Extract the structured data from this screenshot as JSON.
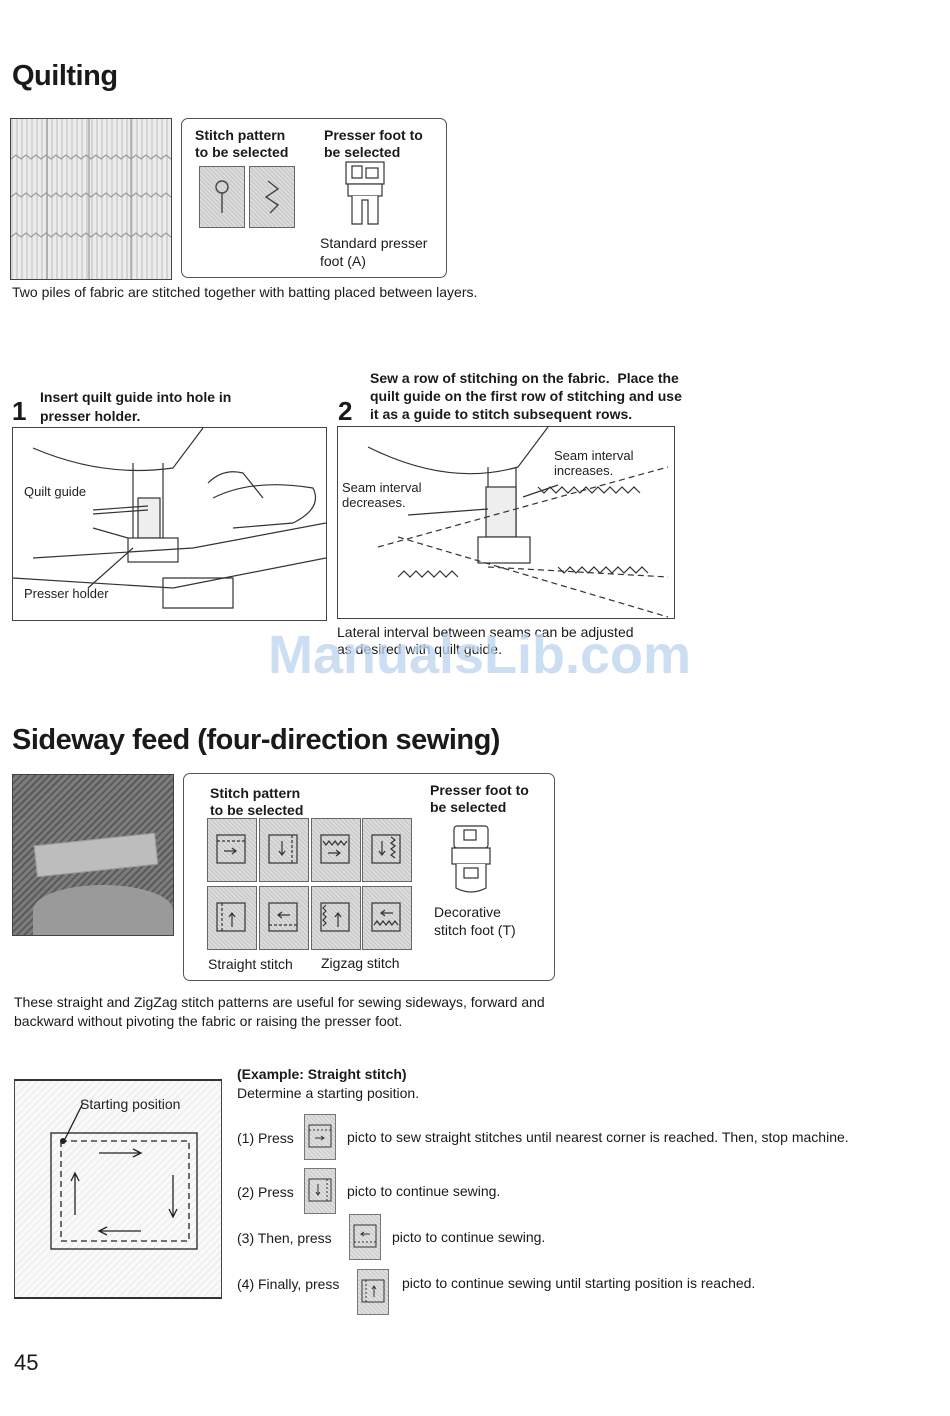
{
  "quilting": {
    "title": "Quilting",
    "stitch_header": "Stitch pattern\nto be selected",
    "foot_header": "Presser foot to\nbe selected",
    "foot_name": "Standard presser\nfoot (A)",
    "description": "Two piles of fabric are stitched together with batting placed between layers.",
    "step1": {
      "number": "1",
      "text": "Insert quilt guide into hole in\npresser holder.",
      "label_guide": "Quilt guide",
      "label_holder": "Presser holder"
    },
    "step2": {
      "number": "2",
      "text": "Sew a row of stitching on the fabric.  Place the\nquilt guide on the first row of stitching and use\nit as a guide to stitch subsequent rows.",
      "label_increase": "Seam interval\nincreases.",
      "label_decrease": "Seam interval\ndecreases.",
      "caption": "Lateral interval between seams can be adjusted\nas desired with quilt guide."
    }
  },
  "watermark": "ManualsLib.com",
  "sideway": {
    "title": "Sideway feed (four-direction sewing)",
    "stitch_header": "Stitch pattern\nto be selected",
    "foot_header": "Presser foot to\nbe selected",
    "foot_name": "Decorative\nstitch foot (T)",
    "label_straight": "Straight stitch",
    "label_zigzag": "Zigzag stitch",
    "description": "These straight and ZigZag stitch patterns are useful for sewing sideways, forward and\nbackward without pivoting the fabric or raising the presser foot.",
    "diagram_label": "Starting position",
    "example": {
      "title": "(Example: Straight stitch)",
      "intro": "Determine a starting position.",
      "steps": [
        {
          "pre": "(1) Press",
          "post": "picto to sew straight stitches until nearest corner is reached. Then, stop machine."
        },
        {
          "pre": "(2) Press",
          "post": "picto to continue sewing."
        },
        {
          "pre": "(3) Then, press",
          "post": "picto to continue sewing."
        },
        {
          "pre": "(4) Finally, press",
          "post": "picto to continue sewing until starting position is reached."
        }
      ]
    }
  },
  "page_number": "45"
}
